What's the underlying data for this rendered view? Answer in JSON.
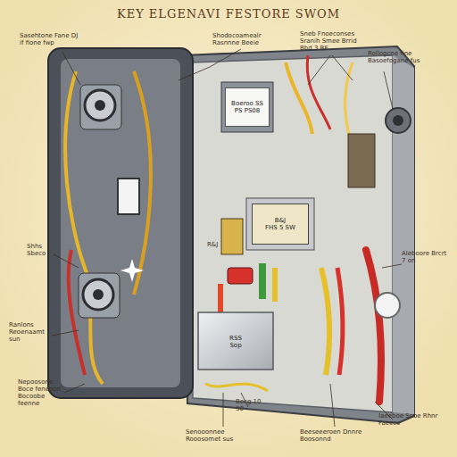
{
  "diagram": {
    "title": "KEY ELGENAVI FESTORE SWOM",
    "nodes": [
      {
        "text": [
          "Boeroo SS",
          "PS PS08"
        ]
      },
      {
        "text": [
          "B&J",
          "FHS 5 SW"
        ]
      },
      {
        "text": [
          "RSS",
          "Sop"
        ]
      }
    ],
    "labels": [
      "Sasehtone Fane DJ if fione fwp",
      "Shodocoamealr Rasnnne Beeie",
      "Sneb Fnoeconses Sranih Smee Brrid Bbd 3 BE",
      "Rollogcne fine Basoefogane fus",
      "Shhs Sbeco",
      "Aleboore Brcrt 7 on",
      "Ranlons Reoenaamt sun",
      "Nepoosone Boce feneoon Bocoobe feenne",
      "Bocg 10 S0",
      "Senooonnee Rooosomet sus",
      "Beeseeeroen Dnnre Boosonnd",
      "Iaeeboe Sooe Rhnr Faeecs",
      "R&J"
    ]
  }
}
